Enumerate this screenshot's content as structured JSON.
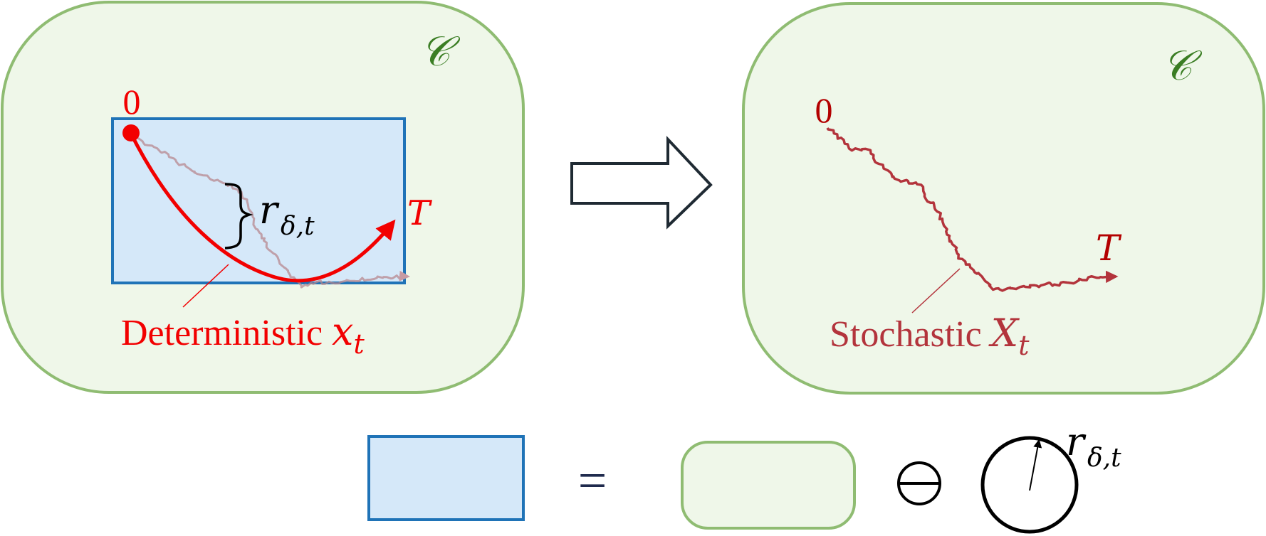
{
  "left_panel": {
    "set_label": "𝒞",
    "start_label": "0",
    "end_label": "T",
    "radius_label_main": "r",
    "radius_label_sub": "δ,t",
    "caption_text": "Deterministic ",
    "caption_var": "x",
    "caption_sub": "t"
  },
  "right_panel": {
    "set_label": "𝒞",
    "start_label": "0",
    "end_label": "T",
    "caption_text": "Stochastic ",
    "caption_var": "X",
    "caption_sub": "t"
  },
  "equation": {
    "equals": "=",
    "minus_op": "⊖",
    "radius_label_main": "r",
    "radius_label_sub": "δ,t"
  },
  "colors": {
    "set_fill": "#eff7e9",
    "set_stroke": "#8fbc72",
    "set_label": "#3a7d23",
    "rect_fill": "#d5e8f9",
    "rect_stroke": "#1f73b7",
    "deterministic": "#f20000",
    "stochastic": "#b3343c",
    "navy": "#1f2a4d"
  },
  "icons": {
    "implies": "hollow-right-arrow-icon",
    "minkowski_difference": "circled-minus-icon",
    "ball": "circle-with-radius-icon"
  }
}
